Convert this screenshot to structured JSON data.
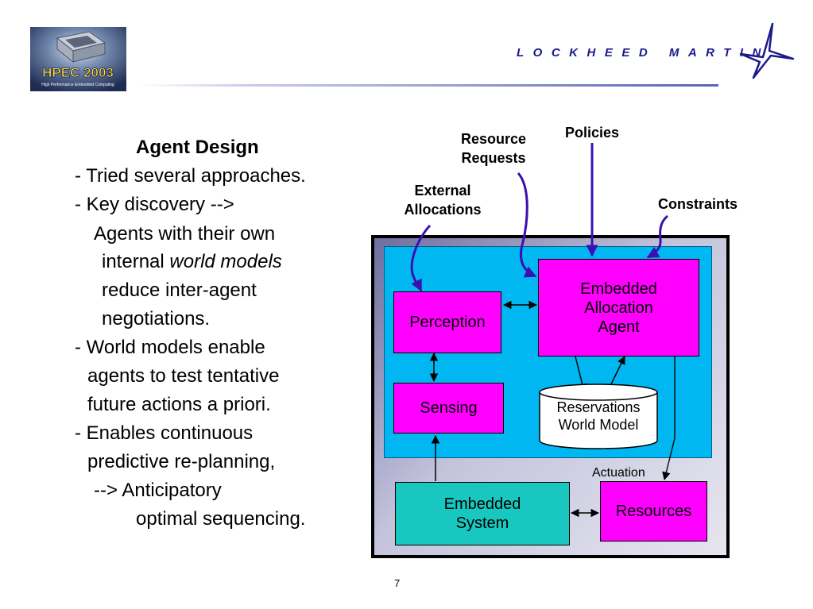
{
  "header": {
    "logo_text": "HPEC 2003",
    "logo_subtext": "High Performance Embedded Computing",
    "company_wordmark": "LOCKHEED MARTIN"
  },
  "left_text": {
    "title": "Agent Design",
    "lines": [
      "- Tried several approaches.",
      "- Key discovery -->",
      "Agents with their own",
      "internal ",
      "world models",
      "reduce inter-agent",
      "negotiations.",
      "- World models enable",
      "agents to test tentative",
      "future actions a priori.",
      "- Enables continuous",
      "predictive re-planning,",
      "-->  Anticipatory",
      "optimal sequencing."
    ]
  },
  "diagram": {
    "inputs": {
      "resource_requests": [
        "Resource",
        "Requests"
      ],
      "policies": "Policies",
      "external_allocations": [
        "External",
        "Allocations"
      ],
      "constraints": "Constraints"
    },
    "boxes": {
      "perception": "Perception",
      "embedded_allocation_agent": [
        "Embedded",
        "Allocation",
        "Agent"
      ],
      "sensing": "Sensing",
      "reservations_world_model": [
        "Reservations",
        "World Model"
      ],
      "embedded_system": [
        "Embedded",
        "System"
      ],
      "resources": "Resources"
    },
    "actuation": "Actuation",
    "colors": {
      "agent_box": "#ff00ff",
      "embedded_system_box": "#18c8c0",
      "inner_panel": "#00b7f2",
      "input_arrow": "#3a10b0"
    }
  },
  "page_number": "7"
}
